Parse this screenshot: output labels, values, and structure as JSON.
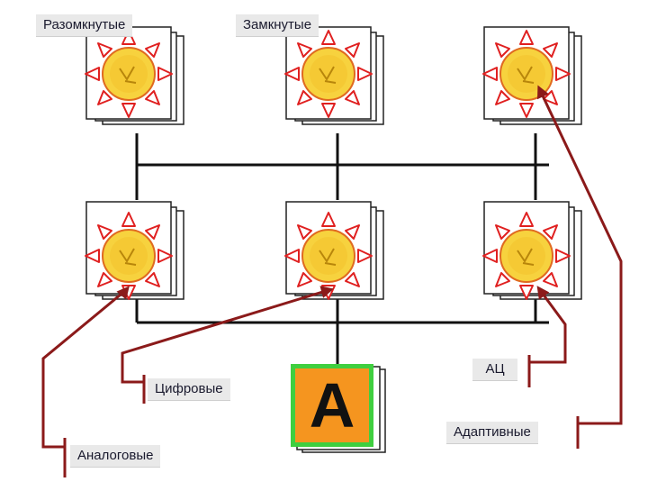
{
  "diagram": {
    "labels": {
      "open_loop": "Разомкнутые",
      "closed_loop": "Замкнутые",
      "digital": "Цифровые",
      "analog": "Аналоговые",
      "adc": "АЦ",
      "adaptive": "Адаптивные",
      "center_box": "А"
    },
    "colors": {
      "connector_arrows": "#8b1a1a",
      "sun_center": "#f7d23e",
      "ray_outline": "#e02020",
      "center_box_fill": "#f5951f",
      "center_box_border": "#3fcf3f"
    },
    "icons": [
      "sun-card-icon",
      "sun-card-icon",
      "sun-card-icon",
      "sun-card-icon",
      "sun-card-icon",
      "sun-card-icon"
    ]
  }
}
